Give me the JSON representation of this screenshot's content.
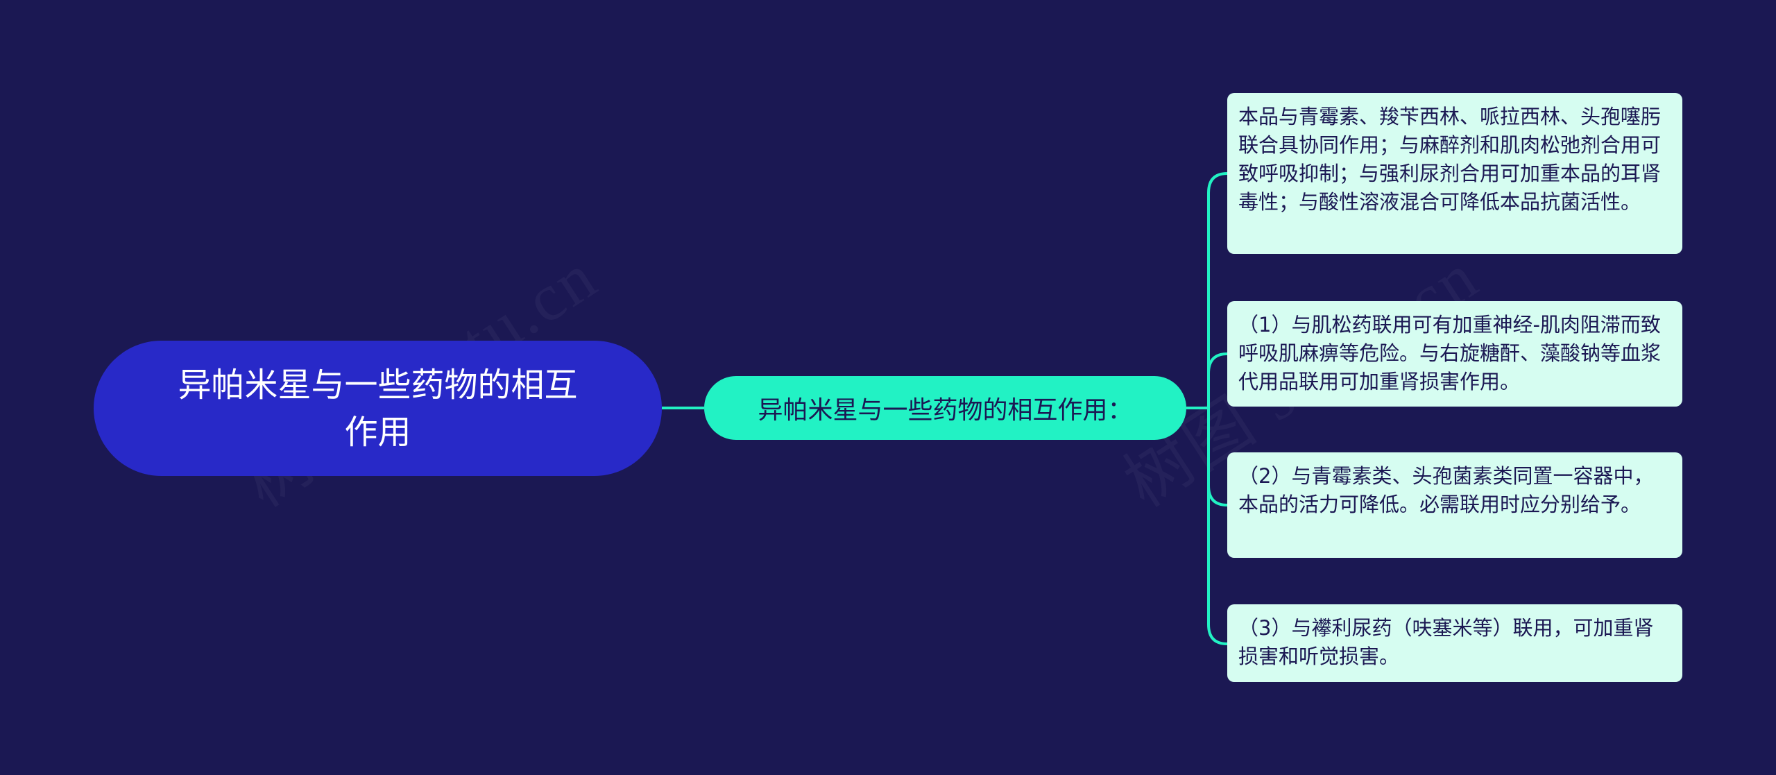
{
  "watermark": "树图 shutu.cn",
  "colors": {
    "background": "#1b1853",
    "root_fill": "#2829c8",
    "sub_fill": "#22f2c4",
    "leaf_fill": "#d6fdf1",
    "link": "#22f2c4"
  },
  "root": {
    "label": "异帕米星与一些药物的相互作用"
  },
  "sub": {
    "label": "异帕米星与一些药物的相互作用："
  },
  "leaves": [
    {
      "text": "本品与青霉素、羧苄西林、哌拉西林、头孢噻肟联合具协同作用；与麻醉剂和肌肉松弛剂合用可致呼吸抑制；与强利尿剂合用可加重本品的耳肾毒性；与酸性溶液混合可降低本品抗菌活性。"
    },
    {
      "text": "（1）与肌松药联用可有加重神经-肌肉阻滞而致呼吸肌麻痹等危险。与右旋糖酐、藻酸钠等血浆代用品联用可加重肾损害作用。"
    },
    {
      "text": "（2）与青霉素类、头孢菌素类同置一容器中，本品的活力可降低。必需联用时应分别给予。"
    },
    {
      "text": "（3）与襻利尿药（呋塞米等）联用，可加重肾损害和听觉损害。"
    }
  ]
}
